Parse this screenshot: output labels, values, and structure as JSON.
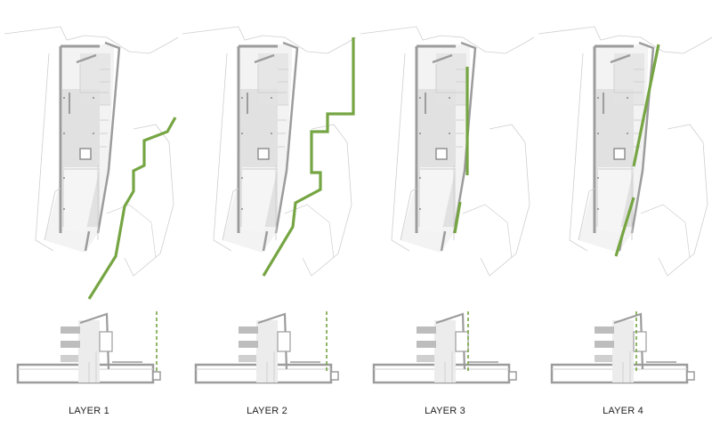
{
  "colors": {
    "accent": "#76a543",
    "wall": "#9c9c9c",
    "fill": "#e9e9e9",
    "thin": "#cfcfcf"
  },
  "layers": [
    {
      "label": "LAYER 1"
    },
    {
      "label": "LAYER 2"
    },
    {
      "label": "LAYER 3"
    },
    {
      "label": "LAYER 4"
    }
  ]
}
